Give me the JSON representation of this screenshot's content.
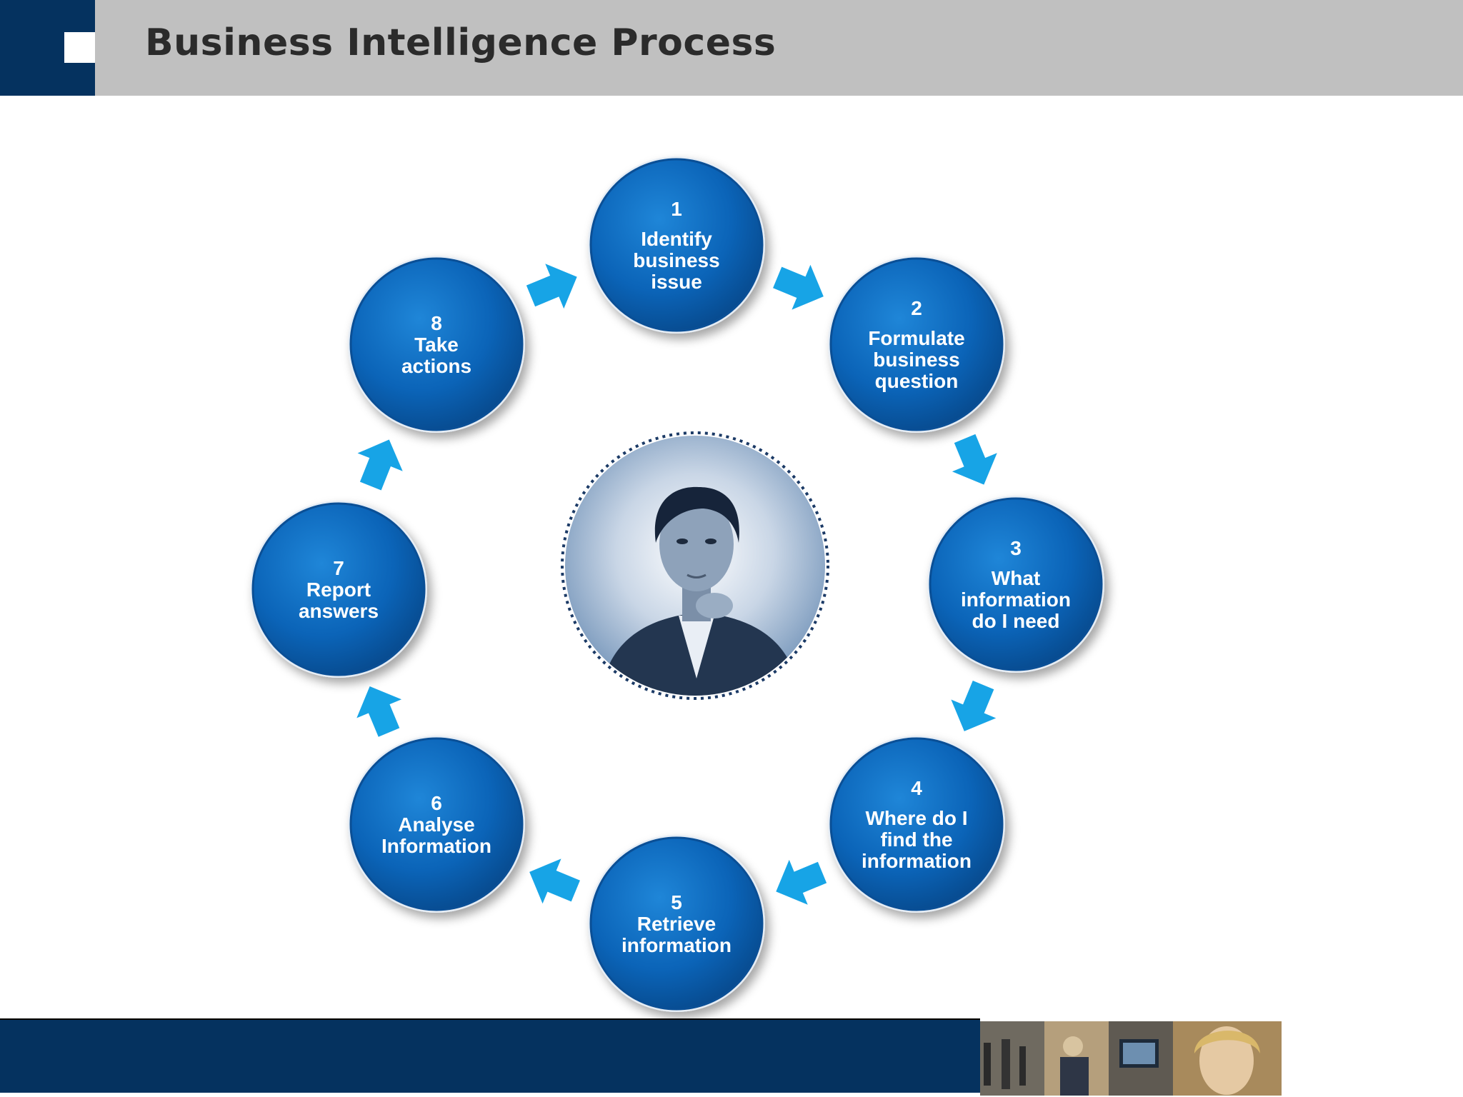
{
  "header": {
    "title": "Business Intelligence Process"
  },
  "process": {
    "steps": [
      {
        "number": "1",
        "lines": [
          "Identify",
          "business",
          "issue"
        ]
      },
      {
        "number": "2",
        "lines": [
          "Formulate",
          "business",
          "question"
        ]
      },
      {
        "number": "3",
        "lines": [
          "What",
          "information",
          "do I need"
        ]
      },
      {
        "number": "4",
        "lines": [
          "Where do I",
          "find the",
          "information"
        ]
      },
      {
        "number": "5",
        "lines": [
          "Retrieve",
          "information"
        ]
      },
      {
        "number": "6",
        "lines": [
          "Analyse",
          "Information"
        ]
      },
      {
        "number": "7",
        "lines": [
          "Report",
          "answers"
        ]
      },
      {
        "number": "8",
        "lines": [
          "Take",
          "actions"
        ]
      }
    ]
  },
  "colors": {
    "header_bar": "#c0c0c0",
    "header_block": "#05325f",
    "title_text": "#2b2b2b",
    "node_fill": "#0b64b8",
    "arrow": "#17a4e6",
    "footer": "#05325f"
  },
  "icons": {
    "arrow": "chevron-arrow-icon",
    "center": "portrait-photo"
  }
}
